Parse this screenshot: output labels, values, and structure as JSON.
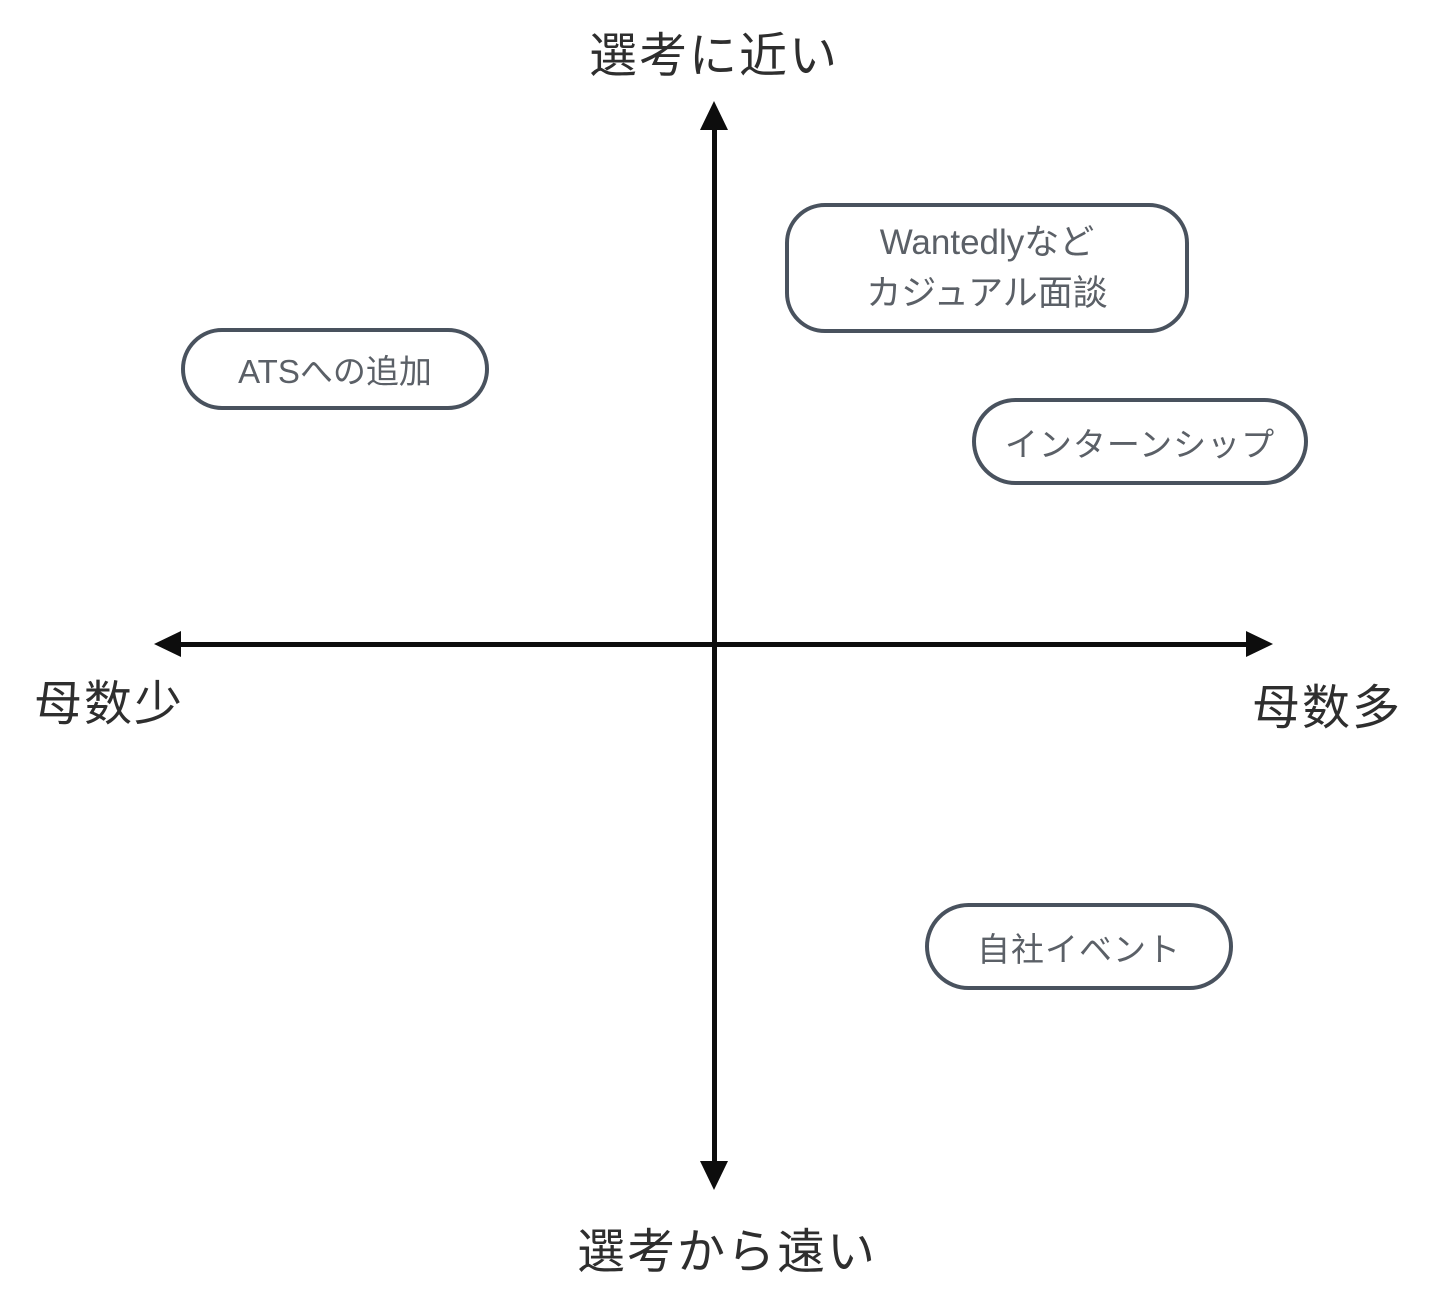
{
  "diagram": {
    "axes": {
      "top_label": "選考に近い",
      "bottom_label": "選考から遠い",
      "left_label": "母数少",
      "right_label": "母数多"
    },
    "nodes": [
      {
        "id": "wantedly-casual-interview",
        "quadrant": "top-right",
        "line1": "Wantedlyなど",
        "line2": "カジュアル面談"
      },
      {
        "id": "ats-addition",
        "quadrant": "top-left",
        "line1": "ATSへの追加"
      },
      {
        "id": "internship",
        "quadrant": "right-middle",
        "line1": "インターンシップ"
      },
      {
        "id": "company-event",
        "quadrant": "bottom-right",
        "line1": "自社イベント"
      }
    ],
    "colors": {
      "background": "#ffffff",
      "axis_line": "#0d0d0d",
      "axis_label_text": "#2e2e2e",
      "node_border": "#49525e",
      "node_text": "#5b6067"
    }
  }
}
